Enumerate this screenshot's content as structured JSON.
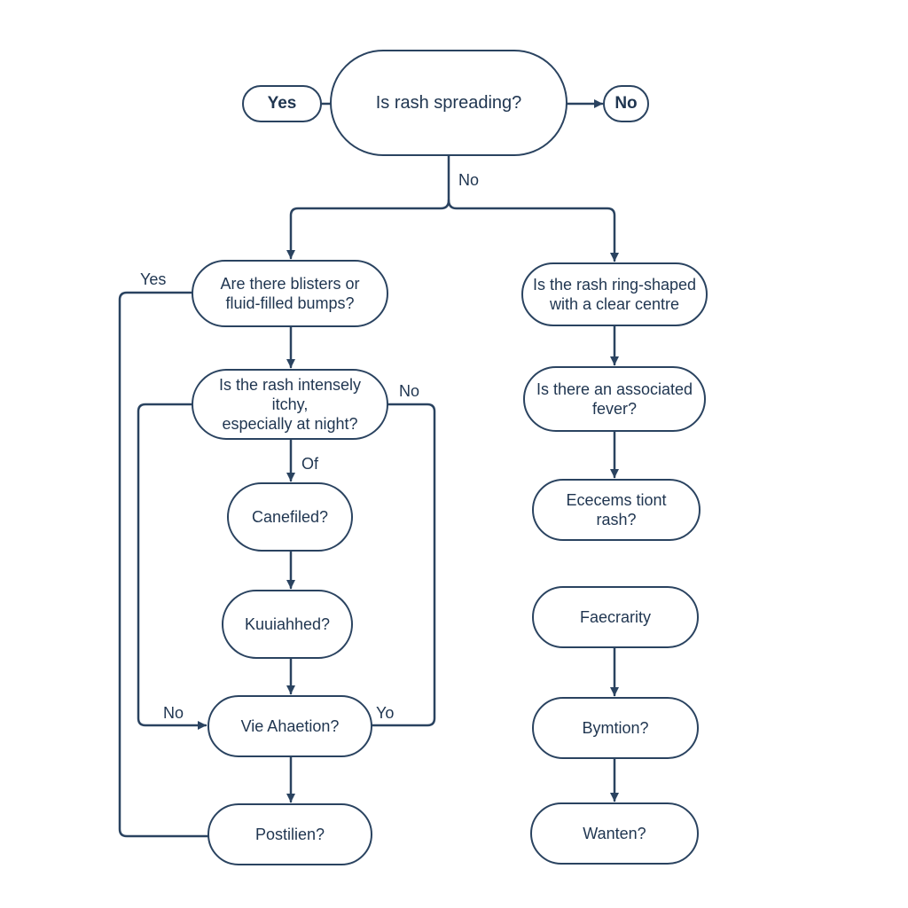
{
  "colors": {
    "stroke": "#2a4360",
    "text": "#1f3550",
    "background": "#ffffff"
  },
  "nodes": {
    "root": "Is rash spreading?",
    "yes_side": "Yes",
    "no_side": "No",
    "blisters": "Are there blisters or\nfluid-filled bumps?",
    "itchy": "Is the rash intensely\nitchy,\nespecially at night?",
    "canefiled": "Canefiled?",
    "kuuiahhed": "Kuuiahhed?",
    "vie_ahaetion": "Vie Ahaetion?",
    "postilien": "Postilien?",
    "ring": "Is the rash ring-shaped\nwith a clear centre",
    "fever": "Is there an associated\nfever?",
    "ececems": "Ececems tiont\nrash?",
    "faecrarity": "Faecrarity",
    "bymtion": "Bymtion?",
    "wanten": "Wanten?"
  },
  "labels": {
    "root_no": "No",
    "outer_yes": "Yes",
    "itchy_no": "No",
    "itchy_of": "Of",
    "loop_no": "No",
    "loop_yo": "Yo"
  }
}
